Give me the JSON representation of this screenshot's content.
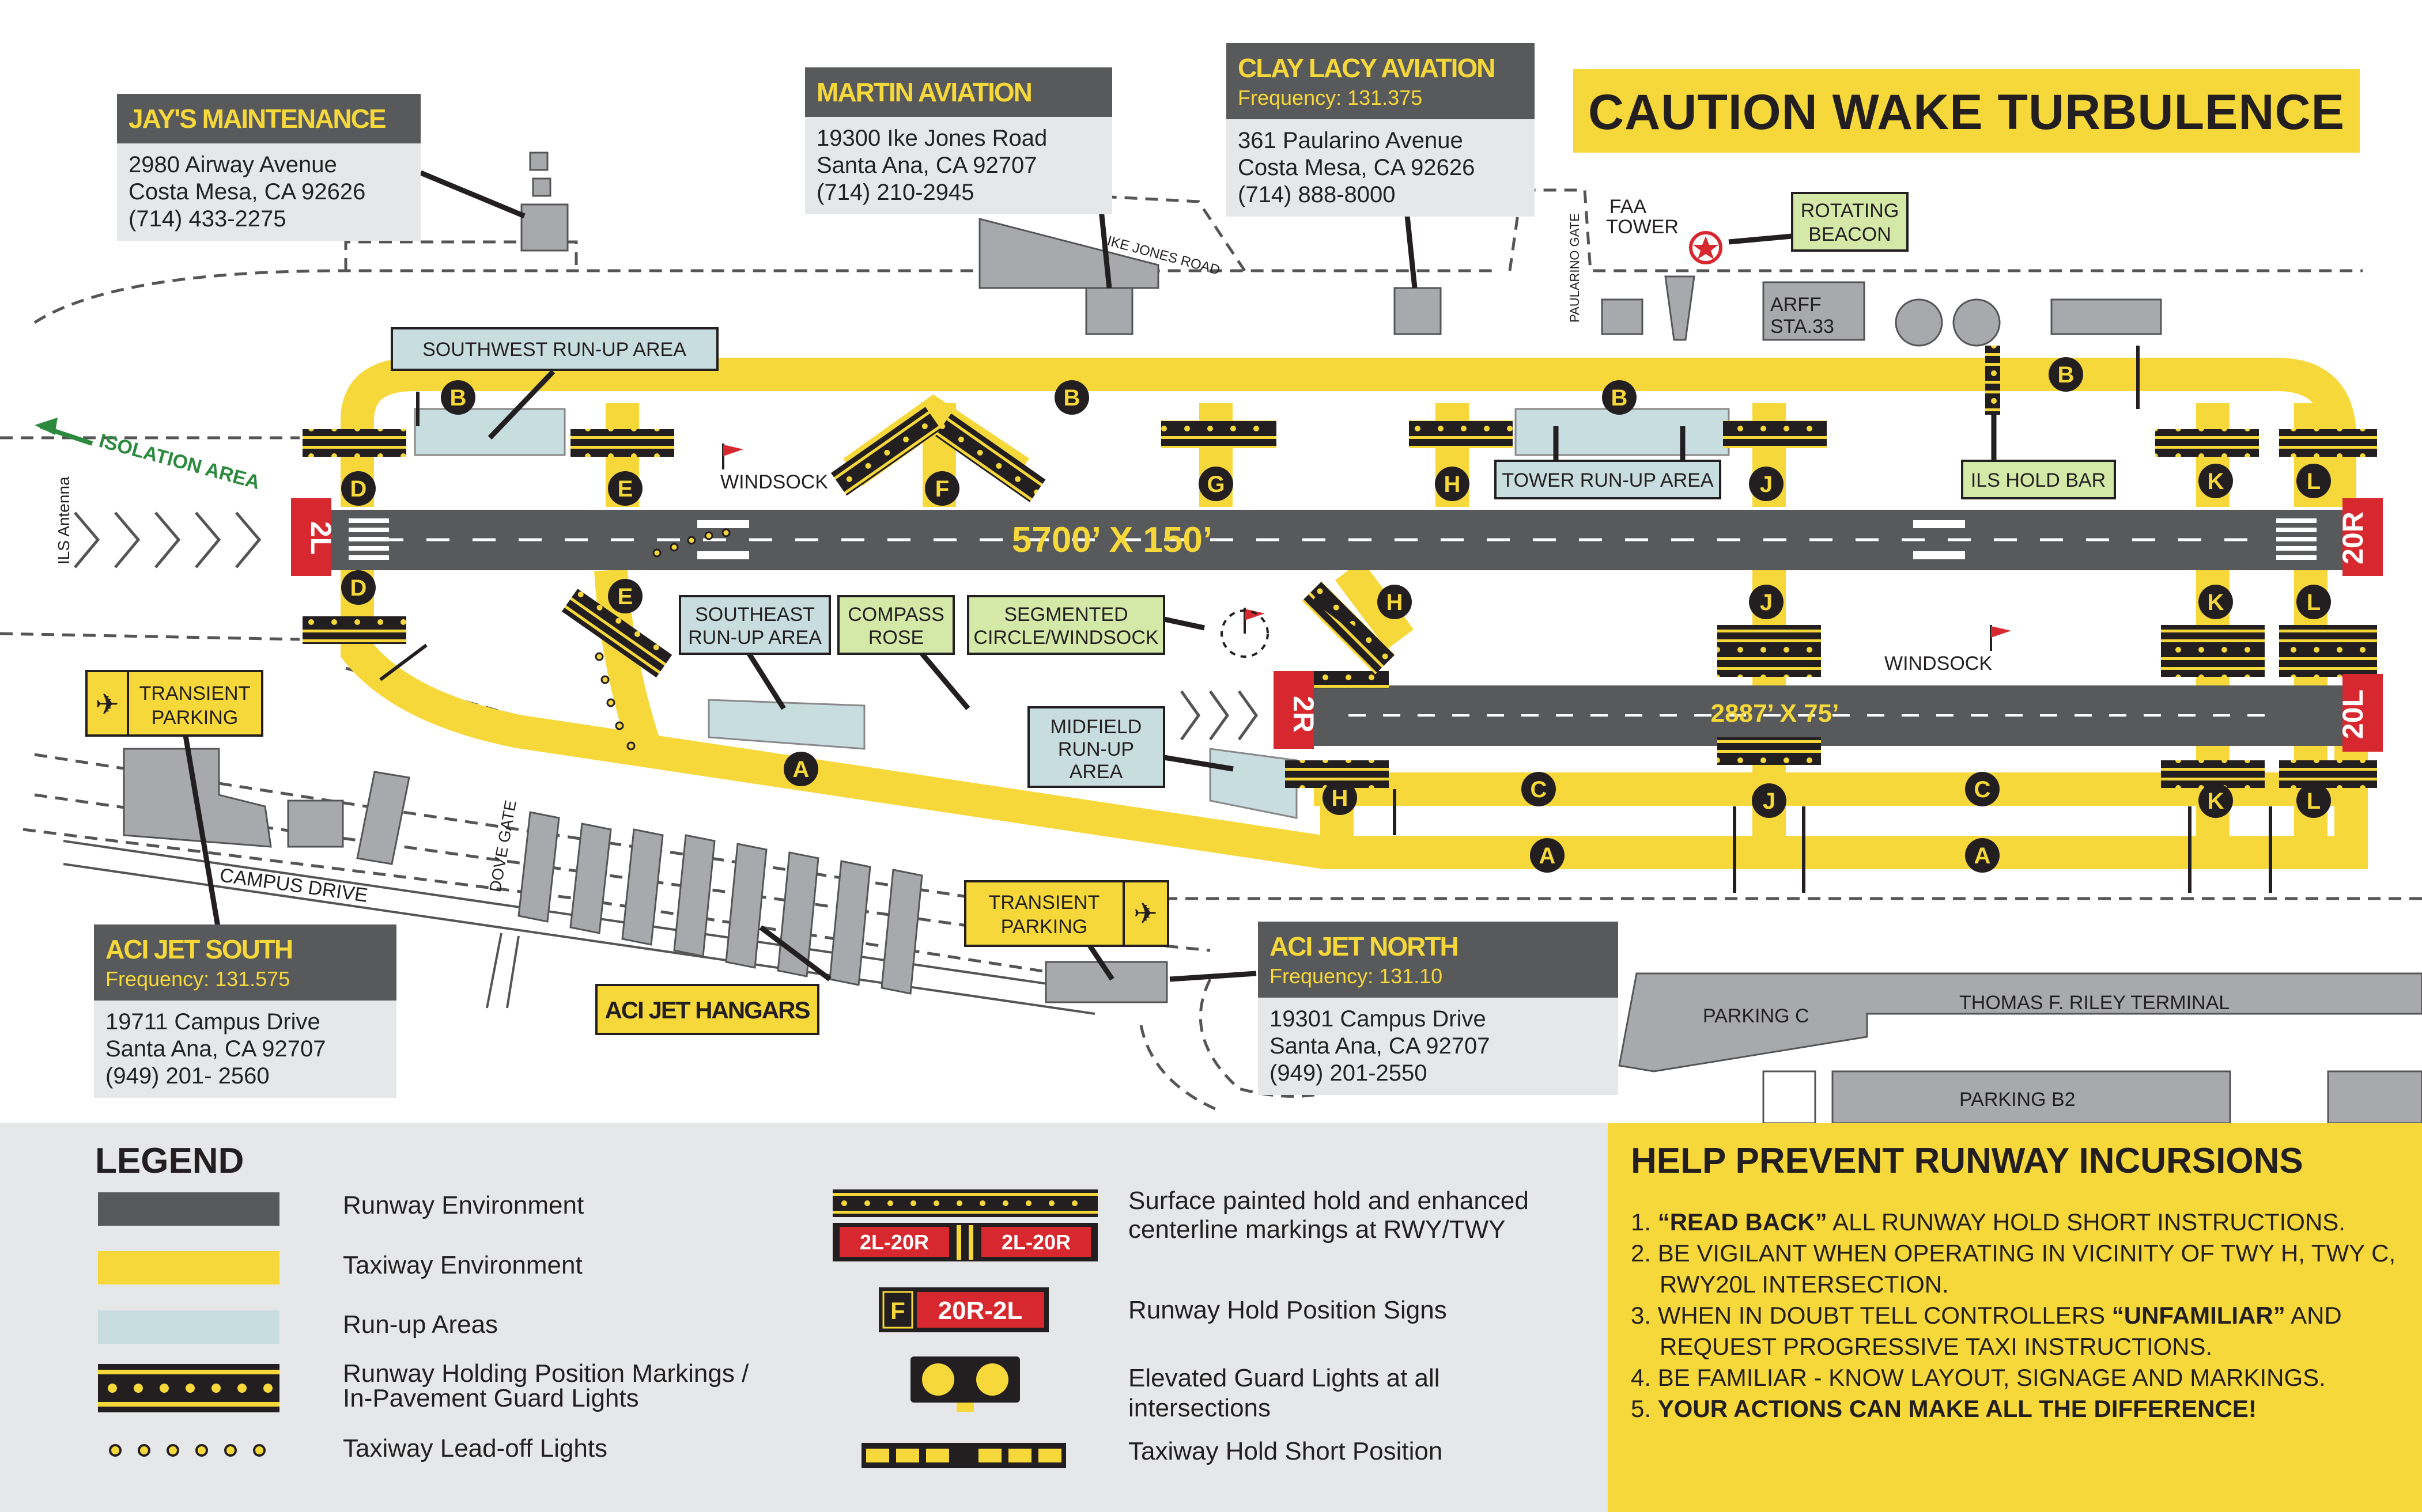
{
  "caution": "CAUTION WAKE TURBULENCE",
  "fbos": {
    "jays": {
      "name": "JAY'S MAINTENANCE",
      "lines": [
        "2980 Airway Avenue",
        "Costa Mesa, CA 92626",
        "(714) 433-2275"
      ]
    },
    "martin": {
      "name": "MARTIN AVIATION",
      "lines": [
        "19300 Ike Jones Road",
        "Santa Ana, CA 92707",
        "(714) 210-2945"
      ]
    },
    "claylacy": {
      "name": "CLAY LACY AVIATION",
      "frequency": "Frequency: 131.375",
      "lines": [
        "361 Paularino Avenue",
        "Costa Mesa, CA 92626",
        "(714) 888-8000"
      ]
    },
    "acisouth": {
      "name": "ACI JET SOUTH",
      "frequency": "Frequency: 131.575",
      "lines": [
        "19711 Campus Drive",
        "Santa Ana, CA 92707",
        "(949) 201- 2560"
      ]
    },
    "acinorth": {
      "name": "ACI JET NORTH",
      "frequency": "Frequency: 131.10",
      "lines": [
        "19301 Campus Drive",
        "Santa Ana, CA 92707",
        "(949) 201-2550"
      ]
    }
  },
  "map_labels": {
    "southwest_runup": "SOUTHWEST RUN-UP AREA",
    "tower_runup": "TOWER RUN-UP AREA",
    "ils_hold_bar": "ILS HOLD BAR",
    "rotating_beacon": [
      "ROTATING",
      "BEACON"
    ],
    "faa_tower": [
      "FAA",
      "TOWER"
    ],
    "arff": [
      "ARFF",
      "STA.33"
    ],
    "paularino_gate": "PAULARINO GATE",
    "ike_jones_road": "IKE JONES ROAD",
    "windsock": "WINDSOCK",
    "isolation_area": "ISOLATION AREA",
    "ils_antenna": "ILS Antenna",
    "southeast_runup": [
      "SOUTHEAST",
      "RUN-UP AREA"
    ],
    "compass_rose": [
      "COMPASS",
      "ROSE"
    ],
    "segmented_circle": [
      "SEGMENTED",
      "CIRCLE/WINDSOCK"
    ],
    "midfield_runup": [
      "MIDFIELD",
      "RUN-UP",
      "AREA"
    ],
    "transient_parking": [
      "TRANSIENT",
      "PARKING"
    ],
    "aci_jet_hangars": "ACI JET HANGARS",
    "dove_gate": "DOVE GATE",
    "campus_drive": "CAMPUS DRIVE",
    "parking_c": "PARKING C",
    "terminal": "THOMAS F. RILEY TERMINAL",
    "parking_b2": "PARKING B2"
  },
  "runways": {
    "main": {
      "dimensions": "5700’ X 150’",
      "end_left": "2L",
      "end_right": "20R"
    },
    "short": {
      "dimensions": "2887’ X 75’",
      "end_left": "2R",
      "end_right": "20L"
    }
  },
  "taxiway_letters": [
    "A",
    "B",
    "C",
    "D",
    "E",
    "F",
    "G",
    "H",
    "J",
    "K",
    "L"
  ],
  "legend": {
    "title": "LEGEND",
    "items": [
      "Runway Environment",
      "Taxiway Environment",
      "Run-up Areas",
      "Runway Holding Position Markings /",
      "In-Pavement Guard Lights",
      "Taxiway Lead-off Lights",
      "Surface painted hold and enhanced",
      "centerline markings at RWY/TWY",
      "Runway Hold Position Signs",
      "Elevated Guard Lights at all",
      "intersections",
      "Taxiway Hold Short Position"
    ],
    "sign_painted": "2L-20R",
    "sign_taxiway": "F",
    "sign_runway": "20R-2L"
  },
  "help": {
    "title": "HELP PREVENT RUNWAY INCURSIONS",
    "items": [
      {
        "num": "1.",
        "bold": "“READ BACK”",
        "text": " ALL RUNWAY HOLD SHORT INSTRUCTIONS."
      },
      {
        "num": "2.",
        "bold": "",
        "text": "BE VIGILANT WHEN OPERATING IN VICINITY OF TWY H, TWY C, RWY20L INTERSECTION."
      },
      {
        "num": "3.",
        "pre": "WHEN IN DOUBT TELL CONTROLLERS ",
        "bold": "“UNFAMILIAR”",
        "text": " AND REQUEST PROGRESSIVE TAXI INSTRUCTIONS."
      },
      {
        "num": "4.",
        "bold": "",
        "text": "BE FAMILIAR - KNOW LAYOUT, SIGNAGE AND MARKINGS."
      },
      {
        "num": "5.",
        "bold": "YOUR ACTIONS CAN MAKE ALL THE DIFFERENCE!",
        "text": ""
      }
    ]
  },
  "colors": {
    "runway": "#58595b",
    "taxiway": "#f7d83a",
    "runup": "#c8dde0",
    "sign_red": "#d7282f",
    "green_label": "#d4e8a8"
  }
}
